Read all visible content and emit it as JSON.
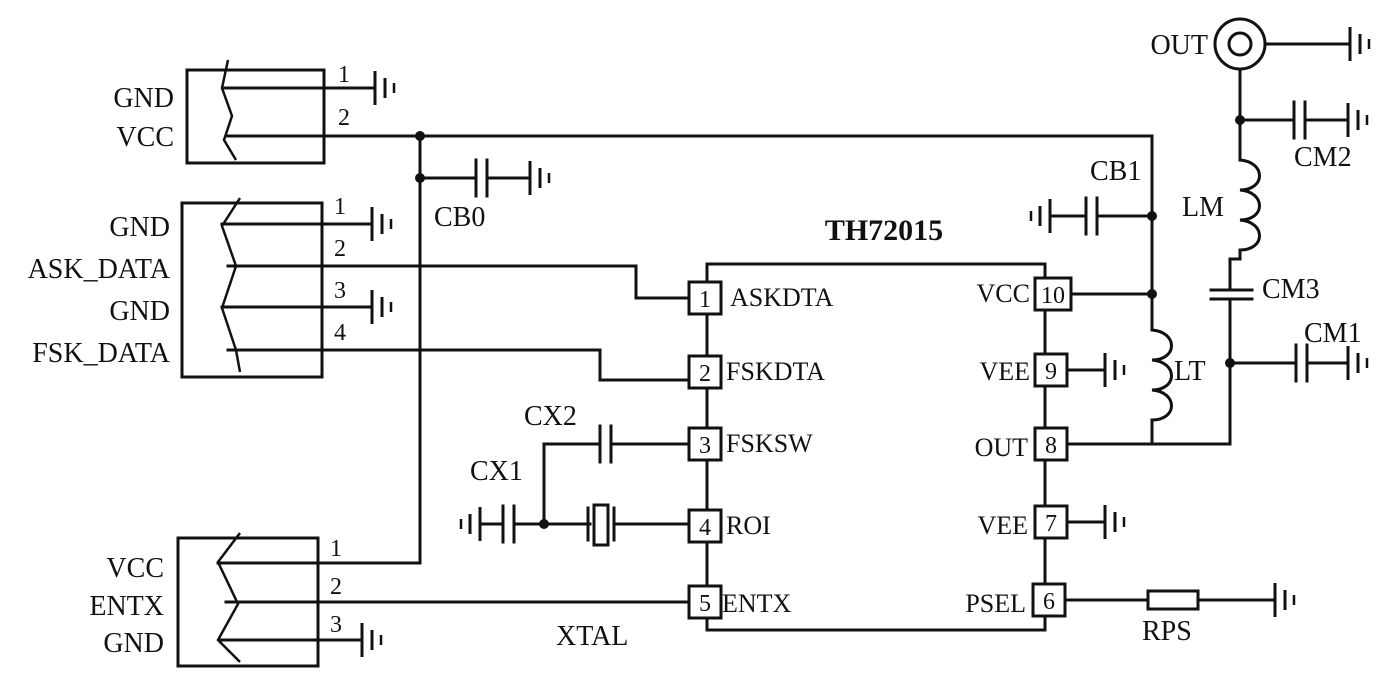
{
  "chip": {
    "name": "TH72015",
    "left_pins": [
      {
        "num": "1",
        "name": "ASKDTA"
      },
      {
        "num": "2",
        "name": "FSKDTA"
      },
      {
        "num": "3",
        "name": "FSKSW"
      },
      {
        "num": "4",
        "name": "ROI"
      },
      {
        "num": "5",
        "name": "ENTX"
      }
    ],
    "right_pins": [
      {
        "num": "10",
        "name": "VCC"
      },
      {
        "num": "9",
        "name": "VEE"
      },
      {
        "num": "8",
        "name": "OUT"
      },
      {
        "num": "7",
        "name": "VEE"
      },
      {
        "num": "6",
        "name": "PSEL"
      }
    ]
  },
  "connectors": {
    "j1": {
      "labels": [
        "GND",
        "VCC"
      ],
      "pins": [
        "1",
        "2"
      ]
    },
    "j2": {
      "labels": [
        "GND",
        "ASK_DATA",
        "GND",
        "FSK_DATA"
      ],
      "pins": [
        "1",
        "2",
        "3",
        "4"
      ]
    },
    "j3": {
      "labels": [
        "VCC",
        "ENTX",
        "GND"
      ],
      "pins": [
        "1",
        "2",
        "3"
      ]
    }
  },
  "components": {
    "cb0": "CB0",
    "cb1": "CB1",
    "cx1": "CX1",
    "cx2": "CX2",
    "xtal": "XTAL",
    "lt": "LT",
    "lm": "LM",
    "cm1": "CM1",
    "cm2": "CM2",
    "cm3": "CM3",
    "rps": "RPS",
    "out": "OUT"
  }
}
